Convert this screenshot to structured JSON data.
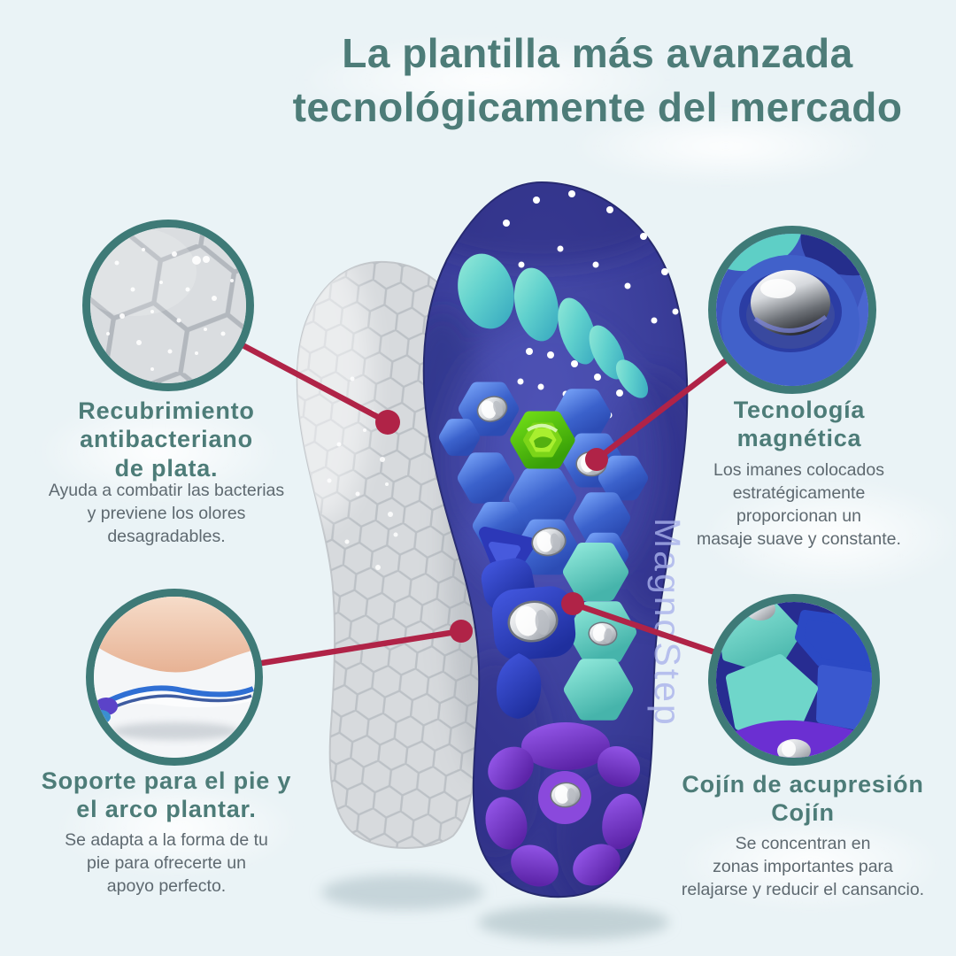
{
  "title": "La plantilla más avanzada\ntecnológicamente del mercado",
  "watermark": "MagnoStep",
  "callouts": {
    "antibacterial": {
      "heading": "Recubrimiento\nantibacteriano\nde plata.",
      "body": "Ayuda a combatir las bacterias\ny previene los olores\ndesagradables."
    },
    "magnetic": {
      "heading": "Tecnología\nmagnética",
      "body": "Los imanes colocados\nestratégicamente\nproporcionan un\nmasaje suave y constante."
    },
    "support": {
      "heading": "Soporte para el pie y\nel arco plantar.",
      "body": "Se adapta a la forma de tu\npie para ofrecerte un\napoyo perfecto."
    },
    "cushion": {
      "heading": "Cojín de acupresión\nCojín",
      "body": "Se concentran en\nzonas importantes para\nrelajarse y reducir el cansancio."
    }
  },
  "colors": {
    "background": "#eaf3f6",
    "heading_teal": "#4d7c78",
    "body_gray": "#5e6970",
    "accent_crimson": "#b02347",
    "circle_border_teal": "#3e7a77",
    "insole_indigo": "#3a3d99",
    "pad_royal_blue": "#3b62cc",
    "pad_teal": "#5fd0cd",
    "pad_purple": "#7a3fd0",
    "magnet_silver": "#c9ccd2",
    "green_hex": "#5fce12"
  }
}
